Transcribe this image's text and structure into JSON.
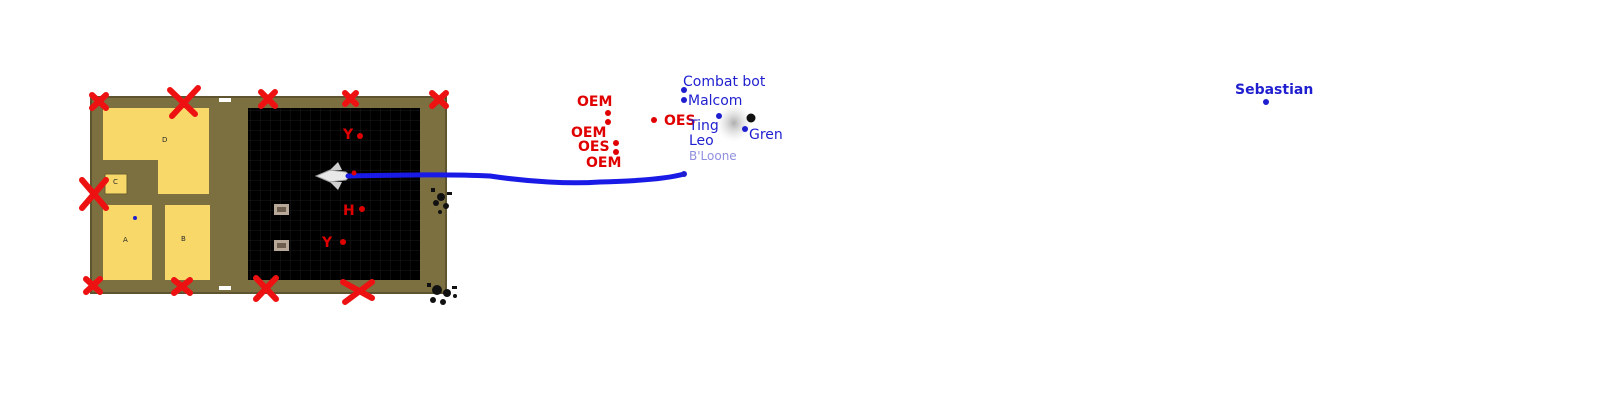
{
  "rooms": {
    "a": "A",
    "b": "B",
    "c": "C",
    "d": "D"
  },
  "bridge": {
    "systems": [
      {
        "letter": "Y"
      },
      {
        "letter": "H"
      },
      {
        "letter": "Y"
      }
    ]
  },
  "hostiles": [
    {
      "label": "OEM"
    },
    {
      "label": "OEM"
    },
    {
      "label": "OES"
    },
    {
      "label": "OEM"
    },
    {
      "label": "OES"
    }
  ],
  "allies": [
    {
      "label": "Combat bot"
    },
    {
      "label": "Malcom"
    },
    {
      "label": "Ting"
    },
    {
      "label": "Leo"
    },
    {
      "label": "Gren"
    },
    {
      "label": "B'Loone"
    },
    {
      "label": "Sebastian"
    }
  ],
  "colors": {
    "hull": "#7d7040",
    "room": "#f8d868",
    "space": "#000000",
    "hostile": "#e00000",
    "ally": "#1f1fd0",
    "path": "#1a1ae6"
  },
  "icons": [
    "ship-icon",
    "damage-marker-icon",
    "crate-icon",
    "debris-icon"
  ]
}
